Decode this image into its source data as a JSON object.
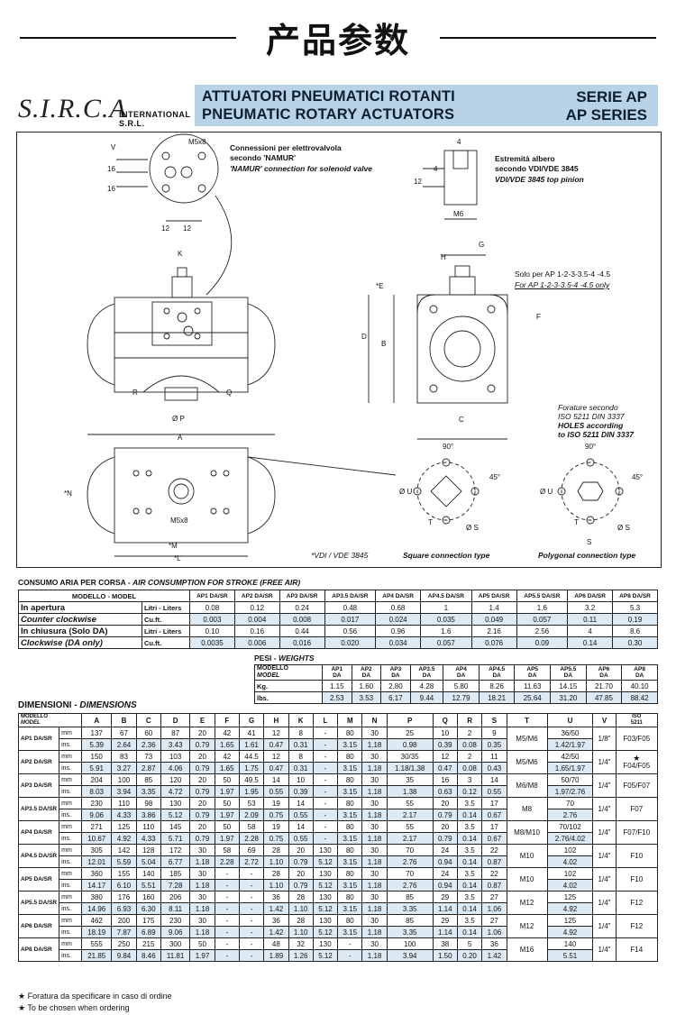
{
  "header": {
    "title": "产品参数"
  },
  "brand": {
    "logo": "S.I.R.C.A",
    "intl": "INTERNATIONAL S.R.L."
  },
  "banner": {
    "line1": "ATTUATORI PNEUMATICI ROTANTI",
    "line2": "PNEUMATIC ROTARY ACTUATORS",
    "serie1": "SERIE AP",
    "serie2": "AP SERIES"
  },
  "drawing": {
    "namur_it": "Connessioni per elettrovalvola",
    "namur_it2": "secondo 'NAMUR'",
    "namur_en": "'NAMUR' connection for solenoid valve",
    "shaft_it": "Estremità albero",
    "shaft_it2": "secondo VDI/VDE 3845",
    "shaft_en": "VDI/VDE 3845 top pinion",
    "only_it": "Solo per AP 1-2-3-3.5-4 -4.5",
    "only_en": "For AP 1-2-3-3.5-4 -4.5 only",
    "holes1": "Forature secondo",
    "holes2": "ISO 5211 DIN 3337",
    "holes3": "HOLES according",
    "holes4": "to ISO 5211 DIN 3337",
    "vdi": "*VDI / VDE 3845",
    "square": "Square connection type",
    "polygonal": "Polygonal connection type",
    "labels": {
      "V": "V",
      "M5x8": "M5x8",
      "d16a": "16",
      "d16b": "16",
      "d12a": "12",
      "d12b": "12",
      "K": "K",
      "R": "R",
      "Q": "Q",
      "P": "Ø P",
      "A": "A",
      "N": "*N",
      "M": "*M",
      "L": "*L",
      "M5x8b": "M5x8",
      "d4": "4",
      "d4b": "4",
      "d12c": "12",
      "M6": "M6",
      "G": "G",
      "H": "H",
      "E": "*E",
      "D": "D",
      "B": "B",
      "F": "F",
      "C": "C",
      "deg90a": "90°",
      "deg45a": "45°",
      "U1": "Ø U",
      "T1": "T",
      "S1": "Ø S",
      "deg90b": "90°",
      "deg45b": "45°",
      "U2": "Ø U",
      "T2": "T",
      "S2": "Ø S",
      "Sb": "S"
    }
  },
  "air": {
    "title_it": "CONSUMO ARIA PER CORSA - ",
    "title_en": "AIR CONSUMPTION FOR STROKE (FREE AIR)",
    "model_head": "MODELLO - MODEL",
    "cols": [
      "AP1 DA/SR",
      "AP2 DA/SR",
      "AP3 DA/SR",
      "AP3.5 DA/SR",
      "AP4 DA/SR",
      "AP4.5 DA/SR",
      "AP5 DA/SR",
      "AP5.5 DA/SR",
      "AP6 DA/SR",
      "AP8 DA/SR"
    ],
    "rows": [
      {
        "label": "In apertura",
        "unit": "Litri - Liters",
        "values": [
          "0.08",
          "0.12",
          "0.24",
          "0.48",
          "0.68",
          "1",
          "1.4",
          "1.6",
          "3.2",
          "5.3"
        ]
      },
      {
        "label": "Counter clockwise",
        "unit": "Cu.ft.",
        "values": [
          "0.003",
          "0.004",
          "0.008",
          "0.017",
          "0.024",
          "0.035",
          "0.049",
          "0.057",
          "0.11",
          "0.19"
        ]
      },
      {
        "label": "In chiusura (Solo DA)",
        "unit": "Litri - Liters",
        "values": [
          "0.10",
          "0.16",
          "0.44",
          "0.56",
          "0.96",
          "1.6",
          "2.16",
          "2.56",
          "4",
          "8.6"
        ]
      },
      {
        "label": "Clockwise (DA only)",
        "unit": "Cu.ft.",
        "values": [
          "0.0035",
          "0.006",
          "0.016",
          "0.020",
          "0.034",
          "0.057",
          "0.076",
          "0.09",
          "0.14",
          "0.30"
        ]
      }
    ]
  },
  "weights": {
    "title_it": "PESI - ",
    "title_en": "WEIGHTS",
    "model_head1": "MODELLO",
    "model_head2": "MODEL",
    "cols": [
      [
        "AP1",
        "DA"
      ],
      [
        "AP2",
        "DA"
      ],
      [
        "AP3",
        "DA"
      ],
      [
        "AP3.5",
        "DA"
      ],
      [
        "AP4",
        "DA"
      ],
      [
        "AP4.5",
        "DA"
      ],
      [
        "AP5",
        "DA"
      ],
      [
        "AP5.5",
        "DA"
      ],
      [
        "AP6",
        "DA"
      ],
      [
        "AP8",
        "DA"
      ]
    ],
    "rows": [
      {
        "unit": "Kg.",
        "values": [
          "1.15",
          "1.60",
          "2.80",
          "4.28",
          "5.80",
          "8.26",
          "11.63",
          "14.15",
          "21.70",
          "40.10"
        ]
      },
      {
        "unit": "lbs.",
        "values": [
          "2.53",
          "3.53",
          "6.17",
          "9.44",
          "12.79",
          "18.21",
          "25.64",
          "31.20",
          "47.85",
          "88.42"
        ]
      }
    ]
  },
  "dims": {
    "title_it": "DIMENSIONI - ",
    "title_en": "DIMENSIONS",
    "model_head1": "MODELLO",
    "model_head2": "MODEL",
    "cols": [
      "A",
      "B",
      "C",
      "D",
      "E",
      "F",
      "G",
      "H",
      "K",
      "L",
      "M",
      "N",
      "P",
      "Q",
      "R",
      "S",
      "T",
      "U",
      "V"
    ],
    "iso_head1": "ISO",
    "iso_head2": "5211",
    "models": [
      {
        "name": "AP1 DA/SR",
        "mm": [
          "137",
          "67",
          "60",
          "87",
          "20",
          "42",
          "41",
          "12",
          "8",
          "-",
          "80",
          "30",
          "25",
          "10",
          "2",
          "9"
        ],
        "ins": [
          "5.39",
          "2.64",
          "2.36",
          "3.43",
          "0.79",
          "1.65",
          "1.61",
          "0.47",
          "0.31",
          "-",
          "3.15",
          "1.18",
          "0.98",
          "0.39",
          "0.08",
          "0.35"
        ],
        "T": "M5/M6",
        "U_mm": "36/50",
        "U_in": "1.42/1.97",
        "V": "1/8\"",
        "iso": "F03/F05",
        "star": ""
      },
      {
        "name": "AP2 DA/SR",
        "mm": [
          "150",
          "83",
          "73",
          "103",
          "20",
          "42",
          "44.5",
          "12",
          "8",
          "-",
          "80",
          "30",
          "30/35",
          "12",
          "2",
          "11"
        ],
        "ins": [
          "5.91",
          "3.27",
          "2.87",
          "4.06",
          "0.79",
          "1.65",
          "1.75",
          "0.47",
          "0.31",
          "-",
          "3.15",
          "1.18",
          "1.18/1.38",
          "0.47",
          "0.08",
          "0.43"
        ],
        "T": "M5/M6",
        "U_mm": "42/50",
        "U_in": "1.65/1.97",
        "V": "1/4\"",
        "iso": "F04/F05",
        "star": "★"
      },
      {
        "name": "AP3 DA/SR",
        "mm": [
          "204",
          "100",
          "85",
          "120",
          "20",
          "50",
          "49.5",
          "14",
          "10",
          "-",
          "80",
          "30",
          "35",
          "16",
          "3",
          "14"
        ],
        "ins": [
          "8.03",
          "3.94",
          "3.35",
          "4.72",
          "0.79",
          "1.97",
          "1.95",
          "0.55",
          "0.39",
          "-",
          "3.15",
          "1.18",
          "1.38",
          "0.63",
          "0.12",
          "0.55"
        ],
        "T": "M6/M8",
        "U_mm": "50/70",
        "U_in": "1.97/2.76",
        "V": "1/4\"",
        "iso": "F05/F07",
        "star": ""
      },
      {
        "name": "AP3.5 DA/SR",
        "mm": [
          "230",
          "110",
          "98",
          "130",
          "20",
          "50",
          "53",
          "19",
          "14",
          "-",
          "80",
          "30",
          "55",
          "20",
          "3.5",
          "17"
        ],
        "ins": [
          "9.06",
          "4.33",
          "3.86",
          "5.12",
          "0.79",
          "1.97",
          "2.09",
          "0.75",
          "0.55",
          "-",
          "3.15",
          "1.18",
          "2.17",
          "0.79",
          "0.14",
          "0.67"
        ],
        "T": "M8",
        "U_mm": "70",
        "U_in": "2.76",
        "V": "1/4\"",
        "iso": "F07",
        "star": ""
      },
      {
        "name": "AP4 DA/SR",
        "mm": [
          "271",
          "125",
          "110",
          "145",
          "20",
          "50",
          "58",
          "19",
          "14",
          "-",
          "80",
          "30",
          "55",
          "20",
          "3.5",
          "17"
        ],
        "ins": [
          "10.67",
          "4.92",
          "4.33",
          "5.71",
          "0.79",
          "1.97",
          "2.28",
          "0.75",
          "0.55",
          "-",
          "3.15",
          "1.18",
          "2.17",
          "0.79",
          "0.14",
          "0.67"
        ],
        "T": "M8/M10",
        "U_mm": "70/102",
        "U_in": "2.76/4.02",
        "V": "1/4\"",
        "iso": "F07/F10",
        "star": ""
      },
      {
        "name": "AP4.5 DA/SR",
        "mm": [
          "305",
          "142",
          "128",
          "172",
          "30",
          "58",
          "69",
          "28",
          "20",
          "130",
          "80",
          "30",
          "70",
          "24",
          "3.5",
          "22"
        ],
        "ins": [
          "12.01",
          "5.59",
          "5.04",
          "6.77",
          "1.18",
          "2.28",
          "2.72",
          "1.10",
          "0.79",
          "5.12",
          "3.15",
          "1.18",
          "2.76",
          "0.94",
          "0.14",
          "0.87"
        ],
        "T": "M10",
        "U_mm": "102",
        "U_in": "4.02",
        "V": "1/4\"",
        "iso": "F10",
        "star": ""
      },
      {
        "name": "AP5 DA/SR",
        "mm": [
          "360",
          "155",
          "140",
          "185",
          "30",
          "-",
          "-",
          "28",
          "20",
          "130",
          "80",
          "30",
          "70",
          "24",
          "3.5",
          "22"
        ],
        "ins": [
          "14.17",
          "6.10",
          "5.51",
          "7.28",
          "1.18",
          "-",
          "-",
          "1.10",
          "0.79",
          "5.12",
          "3.15",
          "1.18",
          "2.76",
          "0.94",
          "0.14",
          "0.87"
        ],
        "T": "M10",
        "U_mm": "102",
        "U_in": "4.02",
        "V": "1/4\"",
        "iso": "F10",
        "star": ""
      },
      {
        "name": "AP5.5 DA/SR",
        "mm": [
          "380",
          "176",
          "160",
          "206",
          "30",
          "-",
          "-",
          "36",
          "28",
          "130",
          "80",
          "30",
          "85",
          "29",
          "3.5",
          "27"
        ],
        "ins": [
          "14.96",
          "6.93",
          "6.30",
          "8.11",
          "1.18",
          "-",
          "-",
          "1.42",
          "1.10",
          "5.12",
          "3.15",
          "1.18",
          "3.35",
          "1.14",
          "0.14",
          "1.06"
        ],
        "T": "M12",
        "U_mm": "125",
        "U_in": "4.92",
        "V": "1/4\"",
        "iso": "F12",
        "star": ""
      },
      {
        "name": "AP6 DA/SR",
        "mm": [
          "462",
          "200",
          "175",
          "230",
          "30",
          "-",
          "-",
          "36",
          "28",
          "130",
          "80",
          "30",
          "85",
          "29",
          "3.5",
          "27"
        ],
        "ins": [
          "18.19",
          "7.87",
          "6.89",
          "9.06",
          "1.18",
          "-",
          "-",
          "1.42",
          "1.10",
          "5.12",
          "3.15",
          "1.18",
          "3.35",
          "1.14",
          "0.14",
          "1.06"
        ],
        "T": "M12",
        "U_mm": "125",
        "U_in": "4.92",
        "V": "1/4\"",
        "iso": "F12",
        "star": ""
      },
      {
        "name": "AP8 DA/SR",
        "mm": [
          "555",
          "250",
          "215",
          "300",
          "50",
          "-",
          "-",
          "48",
          "32",
          "130",
          "-",
          "30",
          "100",
          "38",
          "5",
          "36"
        ],
        "ins": [
          "21.85",
          "9.84",
          "8.46",
          "11.81",
          "1.97",
          "-",
          "-",
          "1.89",
          "1.26",
          "5.12",
          "-",
          "1.18",
          "3.94",
          "1.50",
          "0.20",
          "1.42"
        ],
        "T": "M16",
        "U_mm": "140",
        "U_in": "5.51",
        "V": "1/4\"",
        "iso": "F14",
        "star": ""
      }
    ],
    "units": {
      "mm": "mm",
      "ins": "ins."
    }
  },
  "footnotes": {
    "star": "★",
    "line1": "Foratura da specificare in caso di ordine",
    "line2": "To be chosen when ordering"
  }
}
